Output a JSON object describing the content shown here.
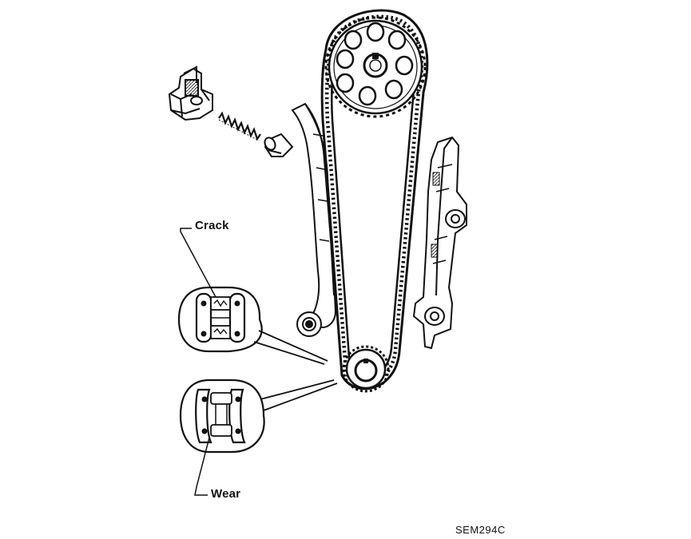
{
  "labels": {
    "crack": "Crack",
    "wear": "Wear",
    "figure_code": "SEM294C"
  },
  "parts": [
    "chain-tensioner",
    "tensioner-spring",
    "tensioner-plunger",
    "slack-side-chain-guide",
    "camshaft-sprocket",
    "timing-chain",
    "crankshaft-sprocket",
    "tension-side-chain-guide",
    "chain-link-crack-detail",
    "chain-link-wear-detail"
  ],
  "colors": {
    "ink": "#111111",
    "paper": "#ffffff"
  }
}
